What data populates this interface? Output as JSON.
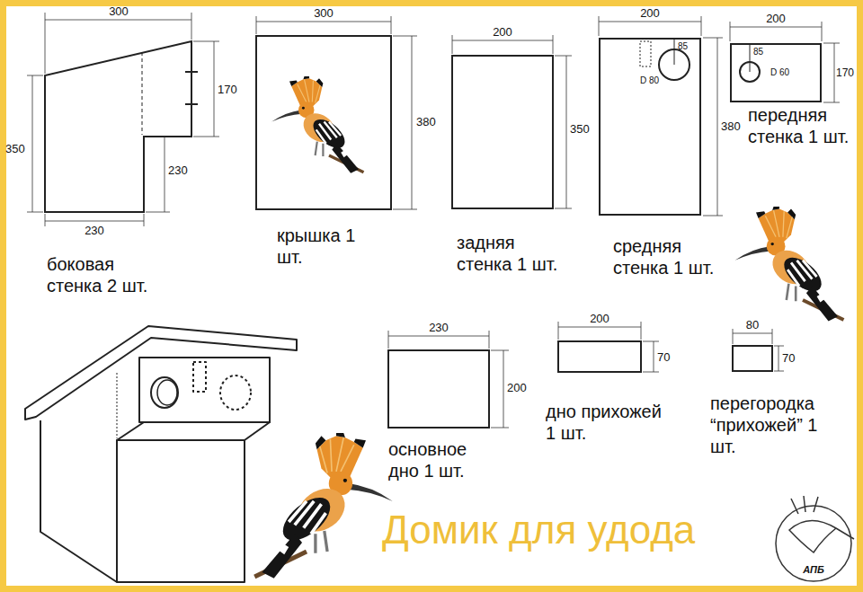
{
  "diagram": {
    "title": "Домик для удода",
    "nodes": [
      {
        "text": [
          "85",
          "D 80"
        ]
      },
      {
        "text": [
          "85",
          "D 60"
        ]
      }
    ],
    "labels": [
      "300",
      "350",
      "170",
      "230",
      "230",
      "боковая стенка 2 шт.",
      "300",
      "380",
      "крышка 1 шт.",
      "200",
      "350",
      "задняя стенка 1 шт.",
      "200",
      "380",
      "средняя стенка 1 шт.",
      "200",
      "170",
      "передняя стенка 1 шт.",
      "230",
      "200",
      "основное дно 1 шт.",
      "200",
      "70",
      "дно прихожей 1 шт.",
      "80",
      "70",
      "перегородка “прихожей” 1 шт.",
      "АПБ"
    ]
  }
}
